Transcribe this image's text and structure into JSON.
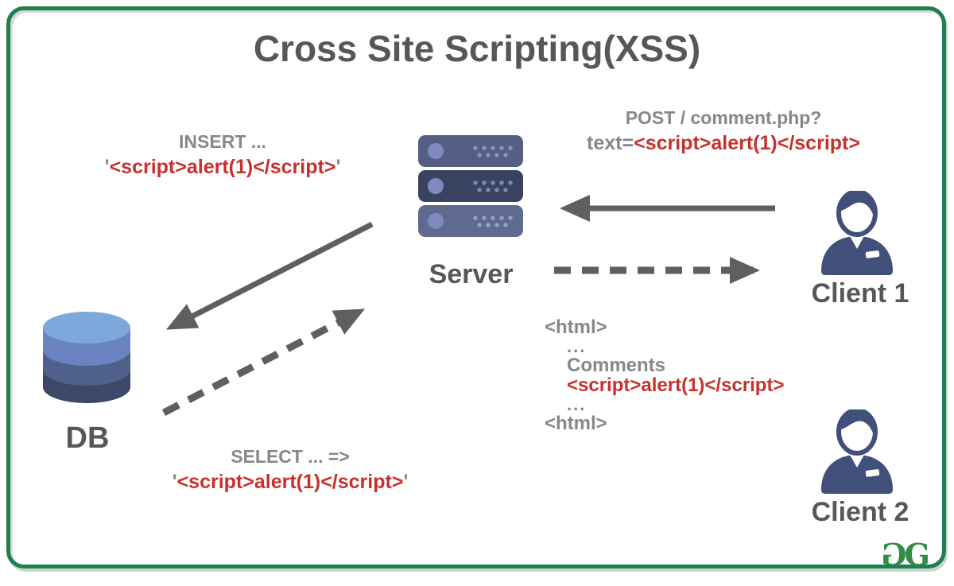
{
  "title": "Cross Site Scripting(XSS)",
  "nodes": {
    "server": {
      "label": "Server"
    },
    "db": {
      "label": "DB"
    },
    "client1": {
      "label": "Client 1"
    },
    "client2": {
      "label": "Client 2"
    }
  },
  "annotations": {
    "insert": {
      "line1": "INSERT ...",
      "quote_open": "'",
      "payload": "<script>alert(1)</script>",
      "quote_close": "'"
    },
    "post": {
      "line1": "POST / comment.php?",
      "prefix": "text=",
      "payload": "<script>alert(1)</script>"
    },
    "response": {
      "open_tag": "<html>",
      "dots1": "...",
      "comments": "Comments",
      "payload": "<script>alert(1)</script>",
      "dots2": "...",
      "close_tag": "<html>"
    },
    "select": {
      "line1": "SELECT ... =>",
      "quote_open": "'",
      "payload": "<script>alert(1)</script>",
      "quote_close": "'"
    }
  },
  "logo": {
    "g1": "G",
    "g2": "G"
  },
  "colors": {
    "frame_green": "#1e7f4f",
    "brand_green": "#308d46",
    "payload_red": "#c9302c",
    "label_gray": "#57575a",
    "code_gray": "#85878b",
    "arrow_gray": "#5f5f5f",
    "icon_slate": "#41507a"
  }
}
